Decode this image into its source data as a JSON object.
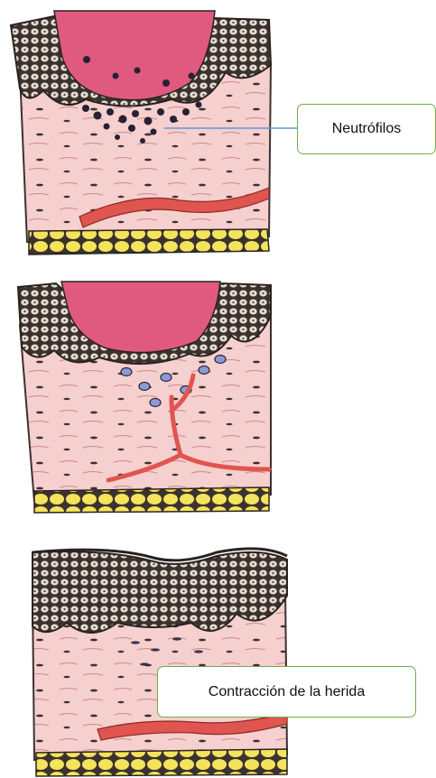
{
  "labels": {
    "neutrofilos": "Neutrófilos",
    "contraccion": "Contracción de la herida"
  },
  "panels": [
    {
      "stage": 1,
      "content": "wound with clot and neutrophils"
    },
    {
      "stage": 2,
      "content": "granulation tissue with macrophages and new vessels"
    },
    {
      "stage": 3,
      "content": "healed epidermis with wound contraction"
    }
  ],
  "colors": {
    "clot": "#e0597f",
    "clot_light": "#f08fab",
    "dermis": "#f6cfcf",
    "epidermis_cells": "#d8cfc2",
    "fat": "#f4e45b",
    "vessel": "#e0554f",
    "neutrophil": "#262233",
    "macrophage": "#3e4a8c",
    "callout_border": "#70ad47",
    "leader_line": "#5b9bd5"
  }
}
